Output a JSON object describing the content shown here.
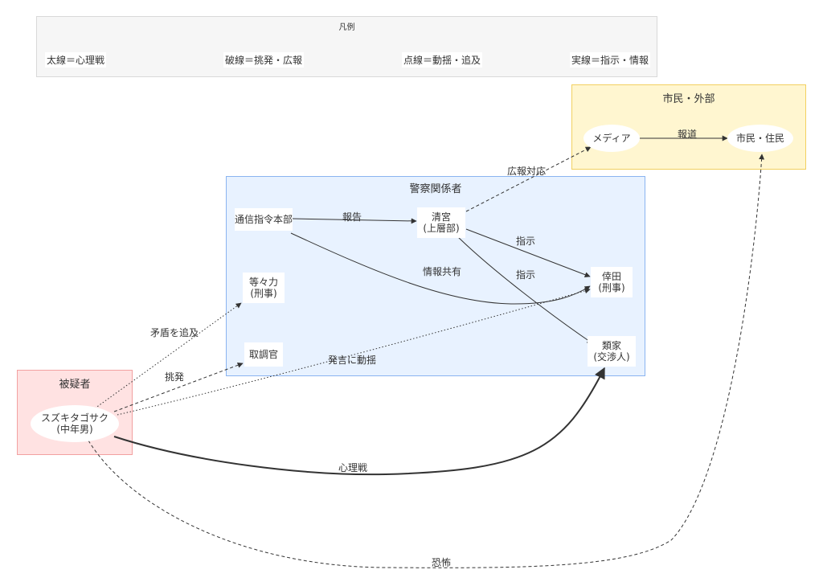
{
  "legend": {
    "title": "凡例",
    "items": [
      "太線＝心理戦",
      "破線＝挑発・広報",
      "点線＝動揺・追及",
      "実線＝指示・情報"
    ]
  },
  "groups": {
    "police": "警察関係者",
    "suspect": "被疑者",
    "public": "市民・外部"
  },
  "nodes": {
    "tsushin": "通信指令本部",
    "kiyomiya": [
      "清宮",
      "(上層部)"
    ],
    "todoroki": [
      "等々力",
      "(刑事)"
    ],
    "torishirabe": "取調官",
    "isezaki": [
      "倖田",
      "(刑事)"
    ],
    "ruike": [
      "類家",
      "(交渉人)"
    ],
    "suzuki": [
      "スズキタゴサク",
      "(中年男)"
    ],
    "media": "メディア",
    "shimin": "市民・住民"
  },
  "edges": {
    "houkoku": "報告",
    "shiji1": "指示",
    "shiji2": "指示",
    "jouhou": "情報共有",
    "kouhou": "広報対応",
    "houdou": "報道",
    "mujun": "矛盾を追及",
    "chouhatsu": "挑発",
    "dousin": "発言に動揺",
    "shinrisen": "心理戦",
    "kyoufu": "恐怖"
  },
  "colors": {
    "police_fill": "#e8f2ff",
    "suspect_fill": "#ffe2e2",
    "public_fill": "#fff6d0",
    "edge": "#333333"
  }
}
